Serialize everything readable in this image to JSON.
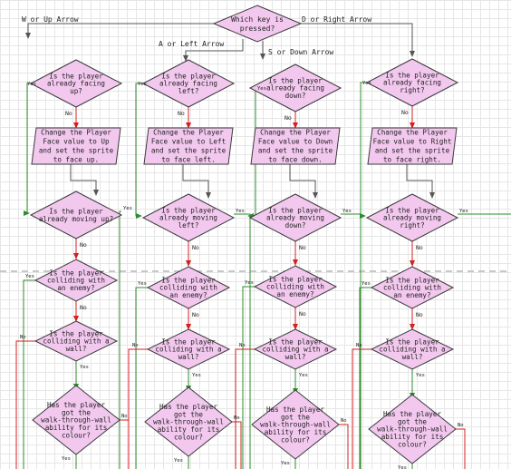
{
  "colors": {
    "decision_fill": "#f3c8ef",
    "process_fill": "#f3c8ef",
    "outline": "#3a3a3a",
    "yes_line": "#2e8b2e",
    "no_line": "#d42020",
    "neutral_line": "#555555",
    "page_break": "#c8c8c8"
  },
  "root": {
    "question": "Which key is pressed?"
  },
  "branches": [
    {
      "key_label": "W or Up Arrow",
      "facing_question": "Is the player already facing up?",
      "set_face_text": "Change the Player Face value to Up and set the sprite to face up.",
      "moving_question": "Is the player already moving up?",
      "enemy_question": "Is the player colliding with an enemy?",
      "wall_question": "Is the player colliding with a wall?",
      "ability_question": "Has the player got the walk-through-wall ability for its colour?"
    },
    {
      "key_label": "A or Left Arrow",
      "facing_question": "Is the player already facing left?",
      "set_face_text": "Change the Player Face value to Left and set the sprite to face left.",
      "moving_question": "Is the player already moving left?",
      "enemy_question": "Is the player colliding with an enemy?",
      "wall_question": "Is the player colliding with a wall?",
      "ability_question": "Has the player got the walk-through-wall ability for its colour?"
    },
    {
      "key_label": "S or Down Arrow",
      "facing_question": "Is the player already facing down?",
      "set_face_text": "Change the Player Face value to Down and set the sprite to face down.",
      "moving_question": "Is the player already moving down?",
      "enemy_question": "Is the player colliding with an enemy?",
      "wall_question": "Is the player colliding with a wall?",
      "ability_question": "Has the player got the walk-through-wall ability for its colour?"
    },
    {
      "key_label": "D or Right Arrow",
      "facing_question": "Is the player already facing right?",
      "set_face_text": "Change the Player Face value to Right and set the sprite to face right.",
      "moving_question": "Is the player already moving right?",
      "enemy_question": "Is the player colliding with an enemy?",
      "wall_question": "Is the player colliding with a wall?",
      "ability_question": "Has the player got the walk-through-wall ability for its colour?"
    }
  ],
  "labels": {
    "yes": "Yes",
    "no": "No"
  }
}
